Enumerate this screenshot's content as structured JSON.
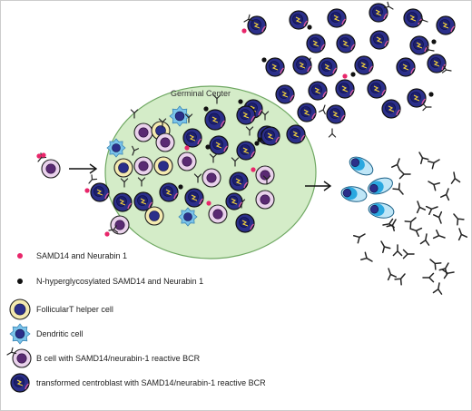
{
  "germinal_center_label": "Germinal Center",
  "legend": [
    {
      "key": "samd14",
      "label": "SAMD14 and Neurabin 1",
      "icon": "red-dot-icon"
    },
    {
      "key": "hyper",
      "label": "N-hyperglycosylated SAMD14 and Neurabin 1",
      "icon": "black-dot-icon"
    },
    {
      "key": "tfh",
      "label": "FollicularT helper cell",
      "icon": "tfh-cell-icon"
    },
    {
      "key": "dc",
      "label": "Dendritic cell",
      "icon": "dendritic-cell-icon"
    },
    {
      "key": "bcell",
      "label": "B cell with SAMD14/neurabin-1 reactive BCR",
      "icon": "b-cell-icon"
    },
    {
      "key": "cb",
      "label": "transformed centroblast with SAMD14/neurabin-1 reactive BCR",
      "icon": "centroblast-icon"
    }
  ],
  "colors": {
    "gc_fill": "#d4ecc8",
    "centroblast": "#2b2f8a",
    "centroblast_nucleus": "#1c1f6e",
    "b_cell": "#ead2ec",
    "b_nucleus": "#5a2a73",
    "tfh": "#f4eab0",
    "tfh_nucleus": "#2b2f8a",
    "dendritic": "#7ac3ea",
    "samd14": "#e8266a",
    "hyper": "#111111",
    "plasma": "#2aa8e0"
  }
}
